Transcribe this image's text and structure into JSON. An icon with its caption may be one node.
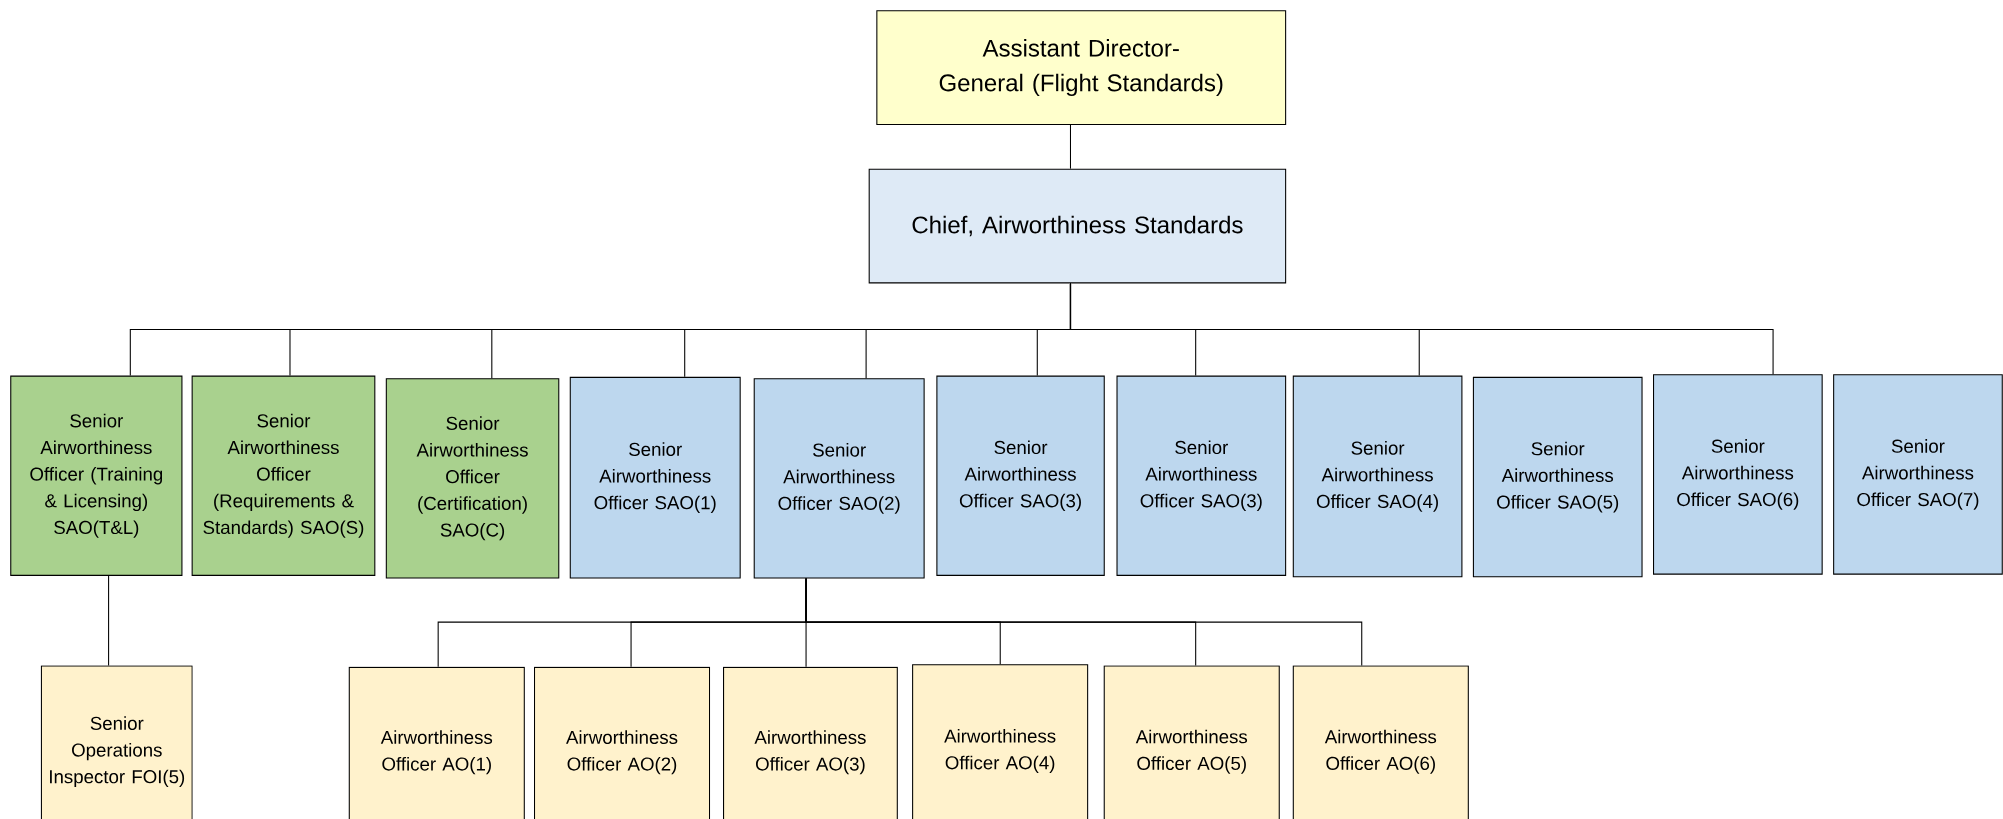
{
  "diagram": {
    "nodes": [
      {
        "text": [
          "Assistant Director- General (Flight Standards)"
        ]
      },
      {
        "text": [
          "Chief, Airworthiness Standards"
        ]
      },
      {
        "text": [
          "Senior Airworthiness Officer (Training & Licensing) SAO(T&L)"
        ]
      },
      {
        "text": [
          "Senior Airworthiness Officer (Requirements & Standards) SAO(S)"
        ]
      },
      {
        "text": [
          "Senior Airworthiness Officer (Certification) SAO(C)"
        ]
      },
      {
        "text": [
          "Senior Airworthiness Officer SAO(1)"
        ]
      },
      {
        "text": [
          "Senior Airworthiness Officer SAO(2)"
        ]
      },
      {
        "text": [
          "Senior Airworthiness Officer SAO(3)"
        ]
      },
      {
        "text": [
          "Senior Airworthiness Officer SAO(3)"
        ]
      },
      {
        "text": [
          "Senior Airworthiness Officer SAO(4)"
        ]
      },
      {
        "text": [
          "Senior Airworthiness Officer SAO(5)"
        ]
      },
      {
        "text": [
          "Senior Airworthiness Officer SAO(6)"
        ]
      },
      {
        "text": [
          "Senior Airworthiness Officer SAO(7)"
        ]
      },
      {
        "text": [
          "Senior Operations Inspector FOI(5)"
        ]
      },
      {
        "text": [
          "Airworthiness Officer AO(1)"
        ]
      },
      {
        "text": [
          "Airworthiness Officer AO(2)"
        ]
      },
      {
        "text": [
          "Airworthiness Officer AO(3)"
        ]
      },
      {
        "text": [
          "Airworthiness Officer AO(4)"
        ]
      },
      {
        "text": [
          "Airworthiness Officer AO(5)"
        ]
      },
      {
        "text": [
          "Airworthiness Officer AO(6)"
        ]
      }
    ],
    "edges": [
      {
        "from": 0,
        "to": 1,
        "arrow": "none"
      },
      {
        "from": 1,
        "to": 2,
        "arrow": "none"
      },
      {
        "from": 1,
        "to": 3,
        "arrow": "none"
      },
      {
        "from": 1,
        "to": 4,
        "arrow": "none"
      },
      {
        "from": 1,
        "to": 5,
        "arrow": "none"
      },
      {
        "from": 1,
        "to": 6,
        "arrow": "none"
      },
      {
        "from": 1,
        "to": 7,
        "arrow": "none"
      },
      {
        "from": 1,
        "to": 8,
        "arrow": "none"
      },
      {
        "from": 1,
        "to": 9,
        "arrow": "none"
      },
      {
        "from": 1,
        "to": 11,
        "arrow": "none"
      },
      {
        "from": 2,
        "to": 13,
        "arrow": "none"
      },
      {
        "from": 6,
        "to": 14,
        "arrow": "none"
      },
      {
        "from": 6,
        "to": 15,
        "arrow": "none"
      },
      {
        "from": 6,
        "to": 16,
        "arrow": "none"
      },
      {
        "from": 6,
        "to": 17,
        "arrow": "none"
      },
      {
        "from": 6,
        "to": 18,
        "arrow": "none"
      },
      {
        "from": 6,
        "to": 19,
        "arrow": "none"
      }
    ]
  }
}
